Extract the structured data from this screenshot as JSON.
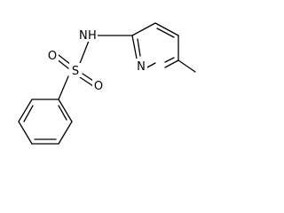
{
  "molecule": {
    "atoms": {
      "nitrogen_amide": "N",
      "hydrogen_amide": "H",
      "sulfur": "S",
      "oxygen_upper": "O",
      "oxygen_lower": "O",
      "nitrogen_pyridine": "N"
    }
  },
  "colors": {
    "bond": "#000000",
    "label": "#000000",
    "background": "#ffffff"
  }
}
